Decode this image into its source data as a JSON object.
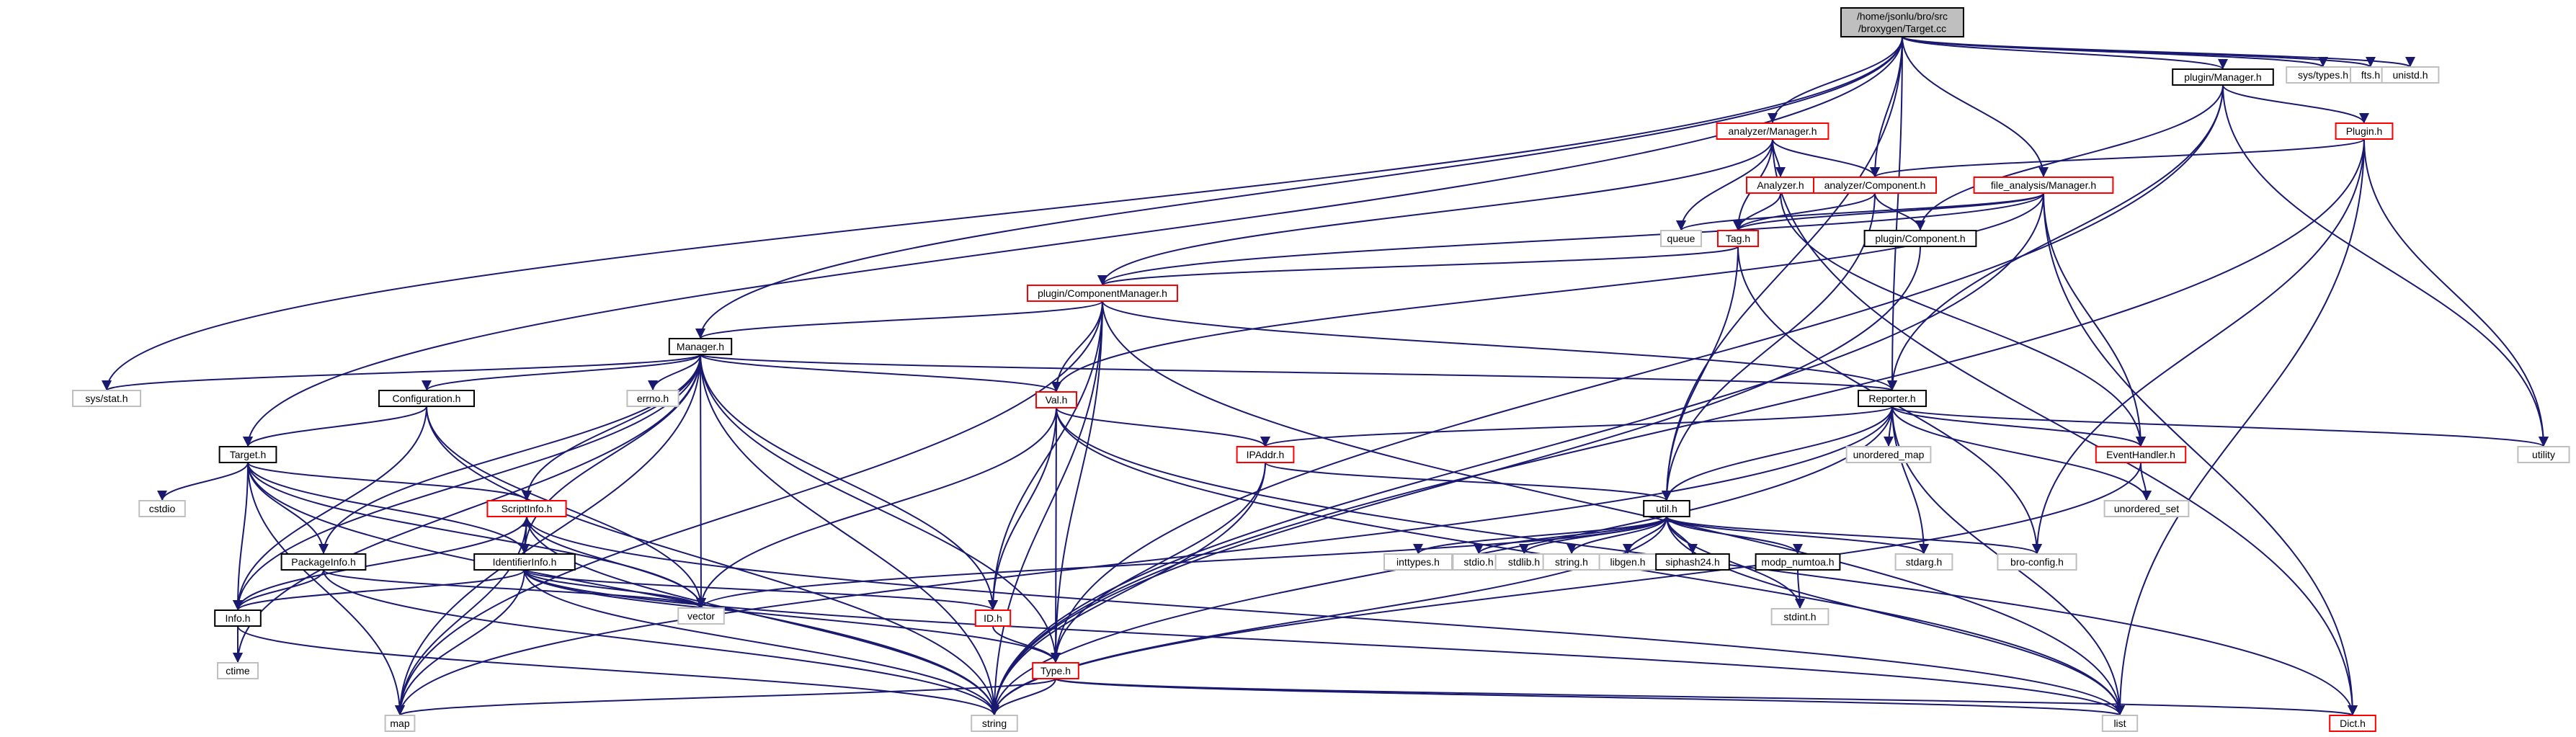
{
  "graph": {
    "colors": {
      "edge": "#191970",
      "root_fill": "#bfbfbf",
      "root_border": "#000000",
      "black_border": "#000000",
      "red_border": "#ff0000",
      "grey_border": "#bfbfbf"
    },
    "nodes": [
      {
        "id": "root",
        "lines": [
          "/home/jsonlu/bro/src",
          "/broxygen/Target.cc"
        ],
        "style": "root"
      },
      {
        "id": "sys_types",
        "lines": [
          "sys/types.h"
        ],
        "style": "grey"
      },
      {
        "id": "fts",
        "lines": [
          "fts.h"
        ],
        "style": "grey"
      },
      {
        "id": "unistd",
        "lines": [
          "unistd.h"
        ],
        "style": "grey"
      },
      {
        "id": "plugin_manager",
        "lines": [
          "plugin/Manager.h"
        ],
        "style": "black"
      },
      {
        "id": "analyzer_manager",
        "lines": [
          "analyzer/Manager.h"
        ],
        "style": "red"
      },
      {
        "id": "plugin_h",
        "lines": [
          "Plugin.h"
        ],
        "style": "red"
      },
      {
        "id": "analyzer_h",
        "lines": [
          "Analyzer.h"
        ],
        "style": "red"
      },
      {
        "id": "analyzer_component",
        "lines": [
          "analyzer/Component.h"
        ],
        "style": "red"
      },
      {
        "id": "fa_manager",
        "lines": [
          "file_analysis/Manager.h"
        ],
        "style": "red"
      },
      {
        "id": "queue",
        "lines": [
          "queue"
        ],
        "style": "grey"
      },
      {
        "id": "tag",
        "lines": [
          "Tag.h"
        ],
        "style": "red"
      },
      {
        "id": "plugin_component",
        "lines": [
          "plugin/Component.h"
        ],
        "style": "black"
      },
      {
        "id": "component_manager",
        "lines": [
          "plugin/ComponentManager.h"
        ],
        "style": "red"
      },
      {
        "id": "manager_h",
        "lines": [
          "Manager.h"
        ],
        "style": "black"
      },
      {
        "id": "sys_stat",
        "lines": [
          "sys/stat.h"
        ],
        "style": "grey"
      },
      {
        "id": "errno",
        "lines": [
          "errno.h"
        ],
        "style": "grey"
      },
      {
        "id": "configuration",
        "lines": [
          "Configuration.h"
        ],
        "style": "black"
      },
      {
        "id": "val",
        "lines": [
          "Val.h"
        ],
        "style": "red"
      },
      {
        "id": "reporter",
        "lines": [
          "Reporter.h"
        ],
        "style": "black"
      },
      {
        "id": "utility",
        "lines": [
          "utility"
        ],
        "style": "grey"
      },
      {
        "id": "target",
        "lines": [
          "Target.h"
        ],
        "style": "black"
      },
      {
        "id": "ipaddr",
        "lines": [
          "IPAddr.h"
        ],
        "style": "red"
      },
      {
        "id": "unordered_map",
        "lines": [
          "unordered_map"
        ],
        "style": "grey"
      },
      {
        "id": "event_handler",
        "lines": [
          "EventHandler.h"
        ],
        "style": "red"
      },
      {
        "id": "unordered_set",
        "lines": [
          "unordered_set"
        ],
        "style": "grey"
      },
      {
        "id": "cstdio",
        "lines": [
          "cstdio"
        ],
        "style": "grey"
      },
      {
        "id": "script_info",
        "lines": [
          "ScriptInfo.h"
        ],
        "style": "red"
      },
      {
        "id": "util",
        "lines": [
          "util.h"
        ],
        "style": "black"
      },
      {
        "id": "package_info",
        "lines": [
          "PackageInfo.h"
        ],
        "style": "black"
      },
      {
        "id": "identifier_info",
        "lines": [
          "IdentifierInfo.h"
        ],
        "style": "black"
      },
      {
        "id": "inttypes",
        "lines": [
          "inttypes.h"
        ],
        "style": "grey"
      },
      {
        "id": "stdio",
        "lines": [
          "stdio.h"
        ],
        "style": "grey"
      },
      {
        "id": "stdlib",
        "lines": [
          "stdlib.h"
        ],
        "style": "grey"
      },
      {
        "id": "string_h",
        "lines": [
          "string.h"
        ],
        "style": "grey"
      },
      {
        "id": "libgen",
        "lines": [
          "libgen.h"
        ],
        "style": "grey"
      },
      {
        "id": "siphash",
        "lines": [
          "siphash24.h"
        ],
        "style": "black"
      },
      {
        "id": "modp",
        "lines": [
          "modp_numtoa.h"
        ],
        "style": "black"
      },
      {
        "id": "stdarg",
        "lines": [
          "stdarg.h"
        ],
        "style": "grey"
      },
      {
        "id": "bro_config",
        "lines": [
          "bro-config.h"
        ],
        "style": "grey"
      },
      {
        "id": "vector",
        "lines": [
          "vector"
        ],
        "style": "grey"
      },
      {
        "id": "info",
        "lines": [
          "Info.h"
        ],
        "style": "black"
      },
      {
        "id": "id_h",
        "lines": [
          "ID.h"
        ],
        "style": "red"
      },
      {
        "id": "stdint",
        "lines": [
          "stdint.h"
        ],
        "style": "grey"
      },
      {
        "id": "ctime",
        "lines": [
          "ctime"
        ],
        "style": "grey"
      },
      {
        "id": "type_h",
        "lines": [
          "Type.h"
        ],
        "style": "red"
      },
      {
        "id": "map",
        "lines": [
          "map"
        ],
        "style": "grey"
      },
      {
        "id": "string",
        "lines": [
          "string"
        ],
        "style": "grey"
      },
      {
        "id": "list",
        "lines": [
          "list"
        ],
        "style": "grey"
      },
      {
        "id": "dict",
        "lines": [
          "Dict.h"
        ],
        "style": "red"
      }
    ],
    "edges": [
      [
        "root",
        "sys_types"
      ],
      [
        "root",
        "fts"
      ],
      [
        "root",
        "unistd"
      ],
      [
        "root",
        "plugin_manager"
      ],
      [
        "root",
        "analyzer_manager"
      ],
      [
        "root",
        "analyzer_component"
      ],
      [
        "root",
        "fa_manager"
      ],
      [
        "root",
        "reporter"
      ],
      [
        "root",
        "manager_h"
      ],
      [
        "root",
        "sys_stat"
      ],
      [
        "root",
        "target"
      ],
      [
        "root",
        "util"
      ],
      [
        "plugin_manager",
        "plugin_h"
      ],
      [
        "plugin_manager",
        "plugin_component"
      ],
      [
        "plugin_manager",
        "reporter"
      ],
      [
        "plugin_manager",
        "type_h"
      ],
      [
        "plugin_manager",
        "utility"
      ],
      [
        "plugin_h",
        "analyzer_component"
      ],
      [
        "plugin_h",
        "bro_config"
      ],
      [
        "plugin_h",
        "list"
      ],
      [
        "plugin_h",
        "string"
      ],
      [
        "plugin_h",
        "utility"
      ],
      [
        "analyzer_manager",
        "analyzer_h"
      ],
      [
        "analyzer_manager",
        "analyzer_component"
      ],
      [
        "analyzer_manager",
        "queue"
      ],
      [
        "analyzer_manager",
        "tag"
      ],
      [
        "analyzer_manager",
        "component_manager"
      ],
      [
        "analyzer_manager",
        "dict"
      ],
      [
        "analyzer_h",
        "tag"
      ],
      [
        "analyzer_h",
        "event_handler"
      ],
      [
        "analyzer_component",
        "tag"
      ],
      [
        "analyzer_component",
        "plugin_component"
      ],
      [
        "analyzer_component",
        "util"
      ],
      [
        "fa_manager",
        "tag"
      ],
      [
        "fa_manager",
        "queue"
      ],
      [
        "fa_manager",
        "component_manager"
      ],
      [
        "fa_manager",
        "val"
      ],
      [
        "fa_manager",
        "event_handler"
      ],
      [
        "fa_manager",
        "string"
      ],
      [
        "fa_manager",
        "dict"
      ],
      [
        "tag",
        "component_manager"
      ],
      [
        "tag",
        "util"
      ],
      [
        "tag",
        "bro_config"
      ],
      [
        "plugin_component",
        "string"
      ],
      [
        "component_manager",
        "manager_h"
      ],
      [
        "component_manager",
        "val"
      ],
      [
        "component_manager",
        "reporter"
      ],
      [
        "component_manager",
        "type_h"
      ],
      [
        "component_manager",
        "id_h"
      ],
      [
        "component_manager",
        "string"
      ],
      [
        "component_manager",
        "map"
      ],
      [
        "component_manager",
        "list"
      ],
      [
        "manager_h",
        "sys_stat"
      ],
      [
        "manager_h",
        "errno"
      ],
      [
        "manager_h",
        "configuration"
      ],
      [
        "manager_h",
        "val"
      ],
      [
        "manager_h",
        "reporter"
      ],
      [
        "manager_h",
        "script_info"
      ],
      [
        "manager_h",
        "package_info"
      ],
      [
        "manager_h",
        "identifier_info"
      ],
      [
        "manager_h",
        "info"
      ],
      [
        "manager_h",
        "vector"
      ],
      [
        "manager_h",
        "id_h"
      ],
      [
        "manager_h",
        "type_h"
      ],
      [
        "manager_h",
        "string"
      ],
      [
        "manager_h",
        "map"
      ],
      [
        "manager_h",
        "ctime"
      ],
      [
        "configuration",
        "target"
      ],
      [
        "configuration",
        "info"
      ],
      [
        "configuration",
        "vector"
      ],
      [
        "configuration",
        "string"
      ],
      [
        "val",
        "ipaddr"
      ],
      [
        "val",
        "vector"
      ],
      [
        "val",
        "id_h"
      ],
      [
        "val",
        "type_h"
      ],
      [
        "val",
        "list"
      ],
      [
        "val",
        "dict"
      ],
      [
        "reporter",
        "ipaddr"
      ],
      [
        "reporter",
        "unordered_map"
      ],
      [
        "reporter",
        "event_handler"
      ],
      [
        "reporter",
        "unordered_set"
      ],
      [
        "reporter",
        "util"
      ],
      [
        "reporter",
        "stdarg"
      ],
      [
        "reporter",
        "utility"
      ],
      [
        "reporter",
        "list"
      ],
      [
        "reporter",
        "map"
      ],
      [
        "reporter",
        "string"
      ],
      [
        "event_handler",
        "unordered_set"
      ],
      [
        "event_handler",
        "string"
      ],
      [
        "ipaddr",
        "util"
      ],
      [
        "ipaddr",
        "type_h"
      ],
      [
        "ipaddr",
        "string"
      ],
      [
        "target",
        "cstdio"
      ],
      [
        "target",
        "script_info"
      ],
      [
        "target",
        "package_info"
      ],
      [
        "target",
        "identifier_info"
      ],
      [
        "target",
        "info"
      ],
      [
        "target",
        "vector"
      ],
      [
        "target",
        "map"
      ],
      [
        "target",
        "string"
      ],
      [
        "script_info",
        "identifier_info"
      ],
      [
        "script_info",
        "info"
      ],
      [
        "script_info",
        "vector"
      ],
      [
        "script_info",
        "map"
      ],
      [
        "script_info",
        "string"
      ],
      [
        "script_info",
        "list"
      ],
      [
        "package_info",
        "info"
      ],
      [
        "package_info",
        "vector"
      ],
      [
        "package_info",
        "string"
      ],
      [
        "identifier_info",
        "script_info"
      ],
      [
        "identifier_info",
        "info"
      ],
      [
        "identifier_info",
        "id_h"
      ],
      [
        "identifier_info",
        "type_h"
      ],
      [
        "identifier_info",
        "map"
      ],
      [
        "identifier_info",
        "string"
      ],
      [
        "identifier_info",
        "list"
      ],
      [
        "identifier_info",
        "vector"
      ],
      [
        "util",
        "inttypes"
      ],
      [
        "util",
        "stdio"
      ],
      [
        "util",
        "stdlib"
      ],
      [
        "util",
        "string_h"
      ],
      [
        "util",
        "libgen"
      ],
      [
        "util",
        "siphash"
      ],
      [
        "util",
        "modp"
      ],
      [
        "util",
        "stdarg"
      ],
      [
        "util",
        "bro_config"
      ],
      [
        "util",
        "stdint"
      ],
      [
        "util",
        "vector"
      ],
      [
        "util",
        "string"
      ],
      [
        "util",
        "list"
      ],
      [
        "modp",
        "stdint"
      ],
      [
        "info",
        "ctime"
      ],
      [
        "info",
        "string"
      ],
      [
        "id_h",
        "type_h"
      ],
      [
        "type_h",
        "string"
      ],
      [
        "type_h",
        "map"
      ],
      [
        "type_h",
        "list"
      ],
      [
        "type_h",
        "dict"
      ]
    ]
  }
}
